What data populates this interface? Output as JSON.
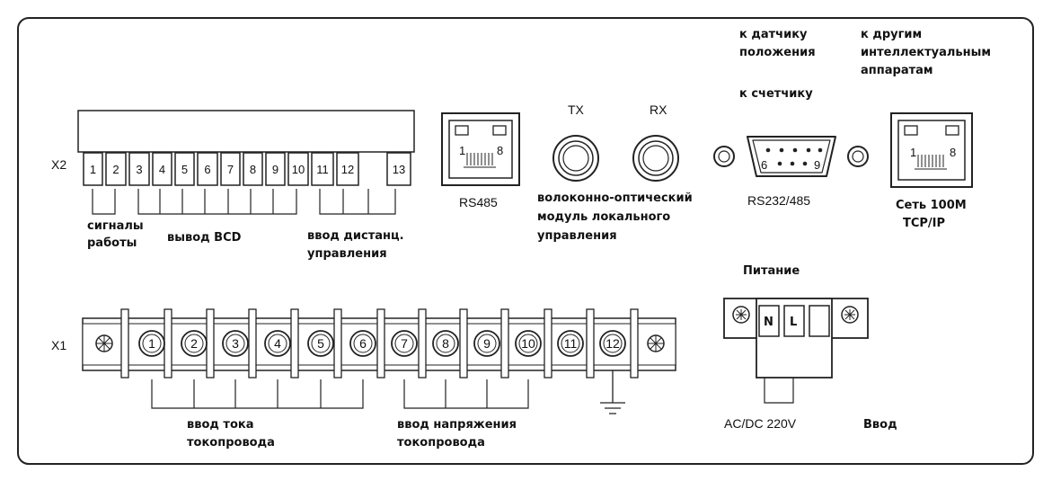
{
  "x2": {
    "label": "X2",
    "terminals": [
      "1",
      "2",
      "3",
      "4",
      "5",
      "6",
      "7",
      "8",
      "9",
      "10",
      "11",
      "12",
      "13"
    ],
    "groups": {
      "work_signals": [
        "сигналы",
        "работы"
      ],
      "bcd_output": "вывод BCD",
      "remote_input": [
        "ввод дистанц.",
        "управления"
      ]
    }
  },
  "rs485": {
    "pin_left": "1",
    "pin_right": "8",
    "label": "RS485"
  },
  "fiber": {
    "tx": "TX",
    "rx": "RX",
    "label": [
      "волоконно-оптический",
      "модуль локального",
      "управления"
    ]
  },
  "serial": {
    "top_label": [
      "к датчику",
      "положения"
    ],
    "mid_label": "к счетчику",
    "label": "RS232/485",
    "pin_left": "6",
    "pin_right": "9"
  },
  "network": {
    "top_label": [
      "к другим",
      "интеллектуальным",
      "аппаратам"
    ],
    "pin_left": "1",
    "pin_right": "8",
    "label": [
      "Сеть 100M",
      "TCP/IP"
    ]
  },
  "x1": {
    "label": "X1",
    "terminals": [
      "1",
      "2",
      "3",
      "4",
      "5",
      "6",
      "7",
      "8",
      "9",
      "10",
      "11",
      "12"
    ],
    "groups": {
      "current_input": [
        "ввод тока",
        "токопровода"
      ],
      "voltage_input": [
        "ввод напряжения",
        "токопровода"
      ]
    }
  },
  "power": {
    "title": "Питание",
    "n": "N",
    "l": "L",
    "voltage": "AC/DC 220V",
    "input": "Ввод"
  }
}
